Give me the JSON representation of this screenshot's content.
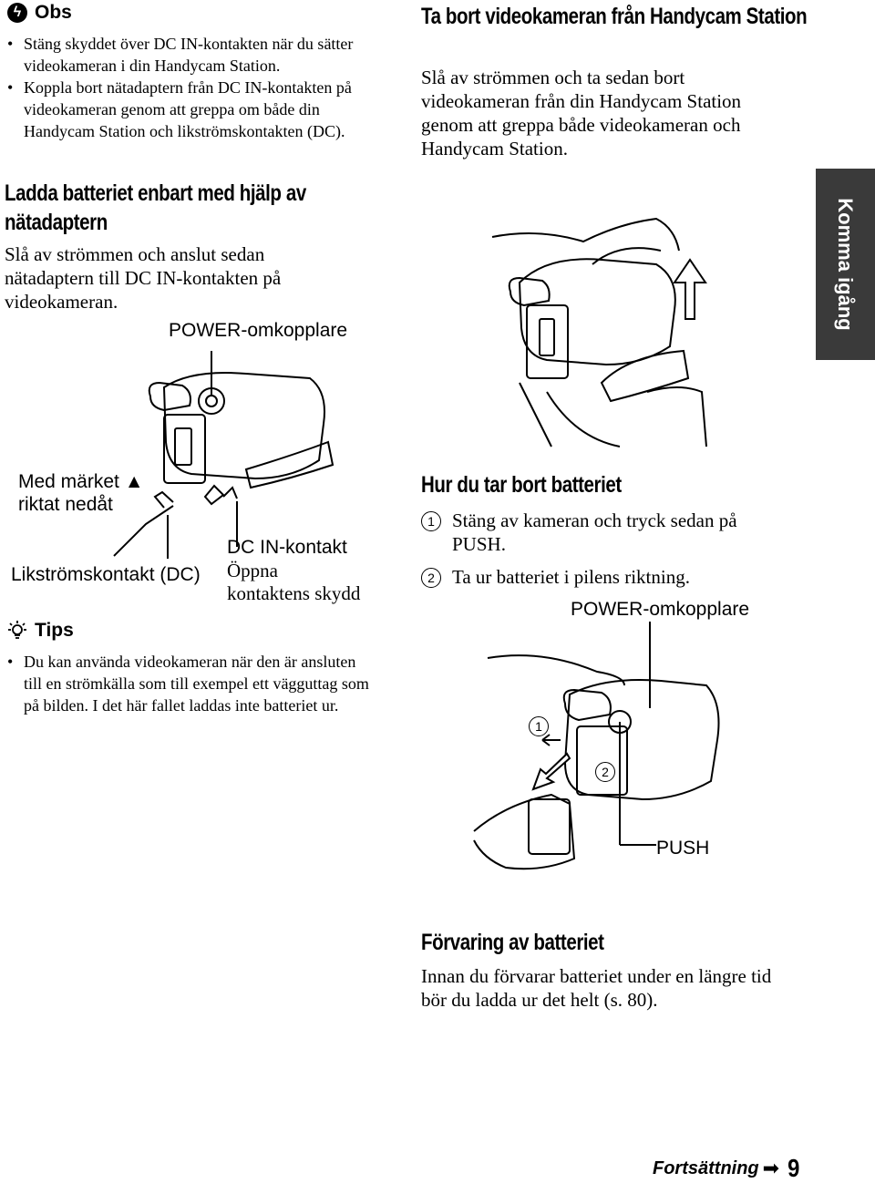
{
  "obs": {
    "title": "Obs",
    "items": [
      "Stäng skyddet över DC IN-kontakten när du sätter videokameran i din Handycam Station.",
      "Koppla bort nätadaptern från DC IN-kontakten på videokameran genom att greppa om både din Handycam Station och likströmskontakten (DC)."
    ]
  },
  "remove_station": {
    "heading": "Ta bort videokameran från Handycam Station",
    "text": "Slå av strömmen och ta sedan bort videokameran från din Handycam Station genom att greppa både videokameran och Handycam Station."
  },
  "charge_adapter": {
    "heading": "Ladda batteriet enbart med hjälp av nätadaptern",
    "text": "Slå av strömmen och anslut sedan nätadaptern till DC IN-kontakten på videokameran."
  },
  "side_tab": "Komma igång",
  "figure1": {
    "power_label": "POWER-omkopplare",
    "mark_label_1": "Med märket ▲",
    "mark_label_2": "riktat nedåt",
    "dc_plug_label": "Likströmskontakt (DC)",
    "dc_in_label": "DC IN-kontakt",
    "open_cover_1": "Öppna",
    "open_cover_2": "kontaktens skydd"
  },
  "tips": {
    "title": "Tips",
    "items": [
      "Du kan använda videokameran när den är ansluten till en strömkälla som till exempel ett vägguttag som på bilden. I det här fallet laddas inte batteriet ur."
    ]
  },
  "battery_removal": {
    "heading": "Hur du tar bort batteriet",
    "steps": [
      {
        "num": "1",
        "text": "Stäng av kameran och tryck sedan på PUSH."
      },
      {
        "num": "2",
        "text": "Ta ur batteriet i pilens riktning."
      }
    ],
    "power_label": "POWER-omkopplare",
    "push_label": "PUSH",
    "callout_1": "1",
    "callout_2": "2"
  },
  "storage": {
    "heading": "Förvaring av batteriet",
    "text": "Innan du förvarar batteriet under en längre tid bör du ladda ur det helt (s. 80)."
  },
  "footer": {
    "continue_label": "Fortsättning",
    "arrow": "➡",
    "page_number": "9"
  }
}
